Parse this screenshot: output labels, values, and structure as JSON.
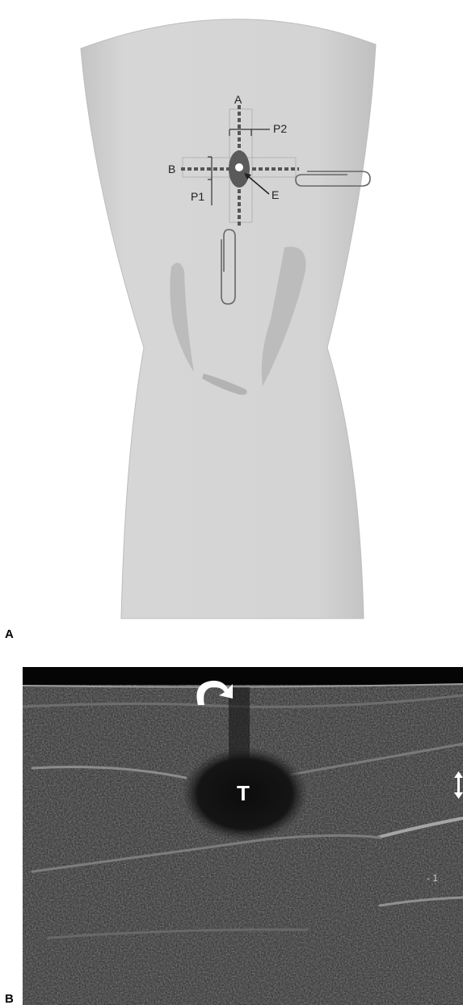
{
  "panel_a": {
    "label": "A",
    "markers": {
      "a": "A",
      "b": "B",
      "p1": "P1",
      "p2": "P2",
      "e": "E"
    }
  },
  "panel_b": {
    "label": "B",
    "tumor_label": "T",
    "depth_marker": "- 1"
  },
  "colors": {
    "leg_fill": "#d2d2d2",
    "leg_shadow": "#b9b9b9",
    "lesion": "#5a5a5a",
    "dotted_line": "#555555",
    "ultrasound_bg": "#2a2a2a"
  }
}
